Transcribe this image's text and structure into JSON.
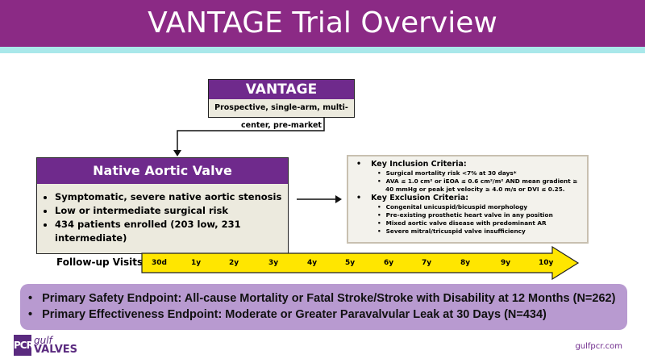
{
  "header": {
    "title": "VANTAGE Trial Overview"
  },
  "vantage": {
    "title": "VANTAGE",
    "subtitle": "Prospective, single-arm, multi-center, pre-market"
  },
  "native": {
    "title": "Native Aortic Valve",
    "bullets": [
      "Symptomatic, severe native aortic stenosis",
      "Low or intermediate surgical risk",
      "434 patients enrolled (203 low, 231 intermediate)"
    ]
  },
  "criteria": {
    "inclusion_title": "Key Inclusion Criteria:",
    "inclusion": [
      "Surgical mortality risk <7% at 30 days*",
      "AVA ≤ 1.0 cm² or iEOA ≤ 0.6 cm²/m² AND mean gradient ≥ 40 mmHg or peak jet velocity ≥ 4.0 m/s or DVI ≤ 0.25."
    ],
    "exclusion_title": "Key Exclusion Criteria:",
    "exclusion": [
      "Congenital unicuspid/bicuspid morphology",
      "Pre-existing prosthetic heart valve in any position",
      "Mixed aortic valve disease with predominant AR",
      "Severe mitral/tricuspid valve insufficiency"
    ]
  },
  "followup": {
    "label": "Follow-up Visits:",
    "ticks": [
      "30d",
      "1y",
      "2y",
      "3y",
      "4y",
      "5y",
      "6y",
      "7y",
      "8y",
      "9y",
      "10y"
    ]
  },
  "endpoints": [
    "Primary Safety Endpoint: All-cause Mortality or Fatal Stroke/Stroke with Disability at 12 Months (N=262)",
    "Primary Effectiveness Endpoint: Moderate or Greater Paravalvular Leak at 30 Days (N=434)"
  ],
  "logo": {
    "pcr": "PCR",
    "gulf": "gulf",
    "valves": "VALVES"
  },
  "footer": {
    "url": "gulfpcr.com"
  }
}
